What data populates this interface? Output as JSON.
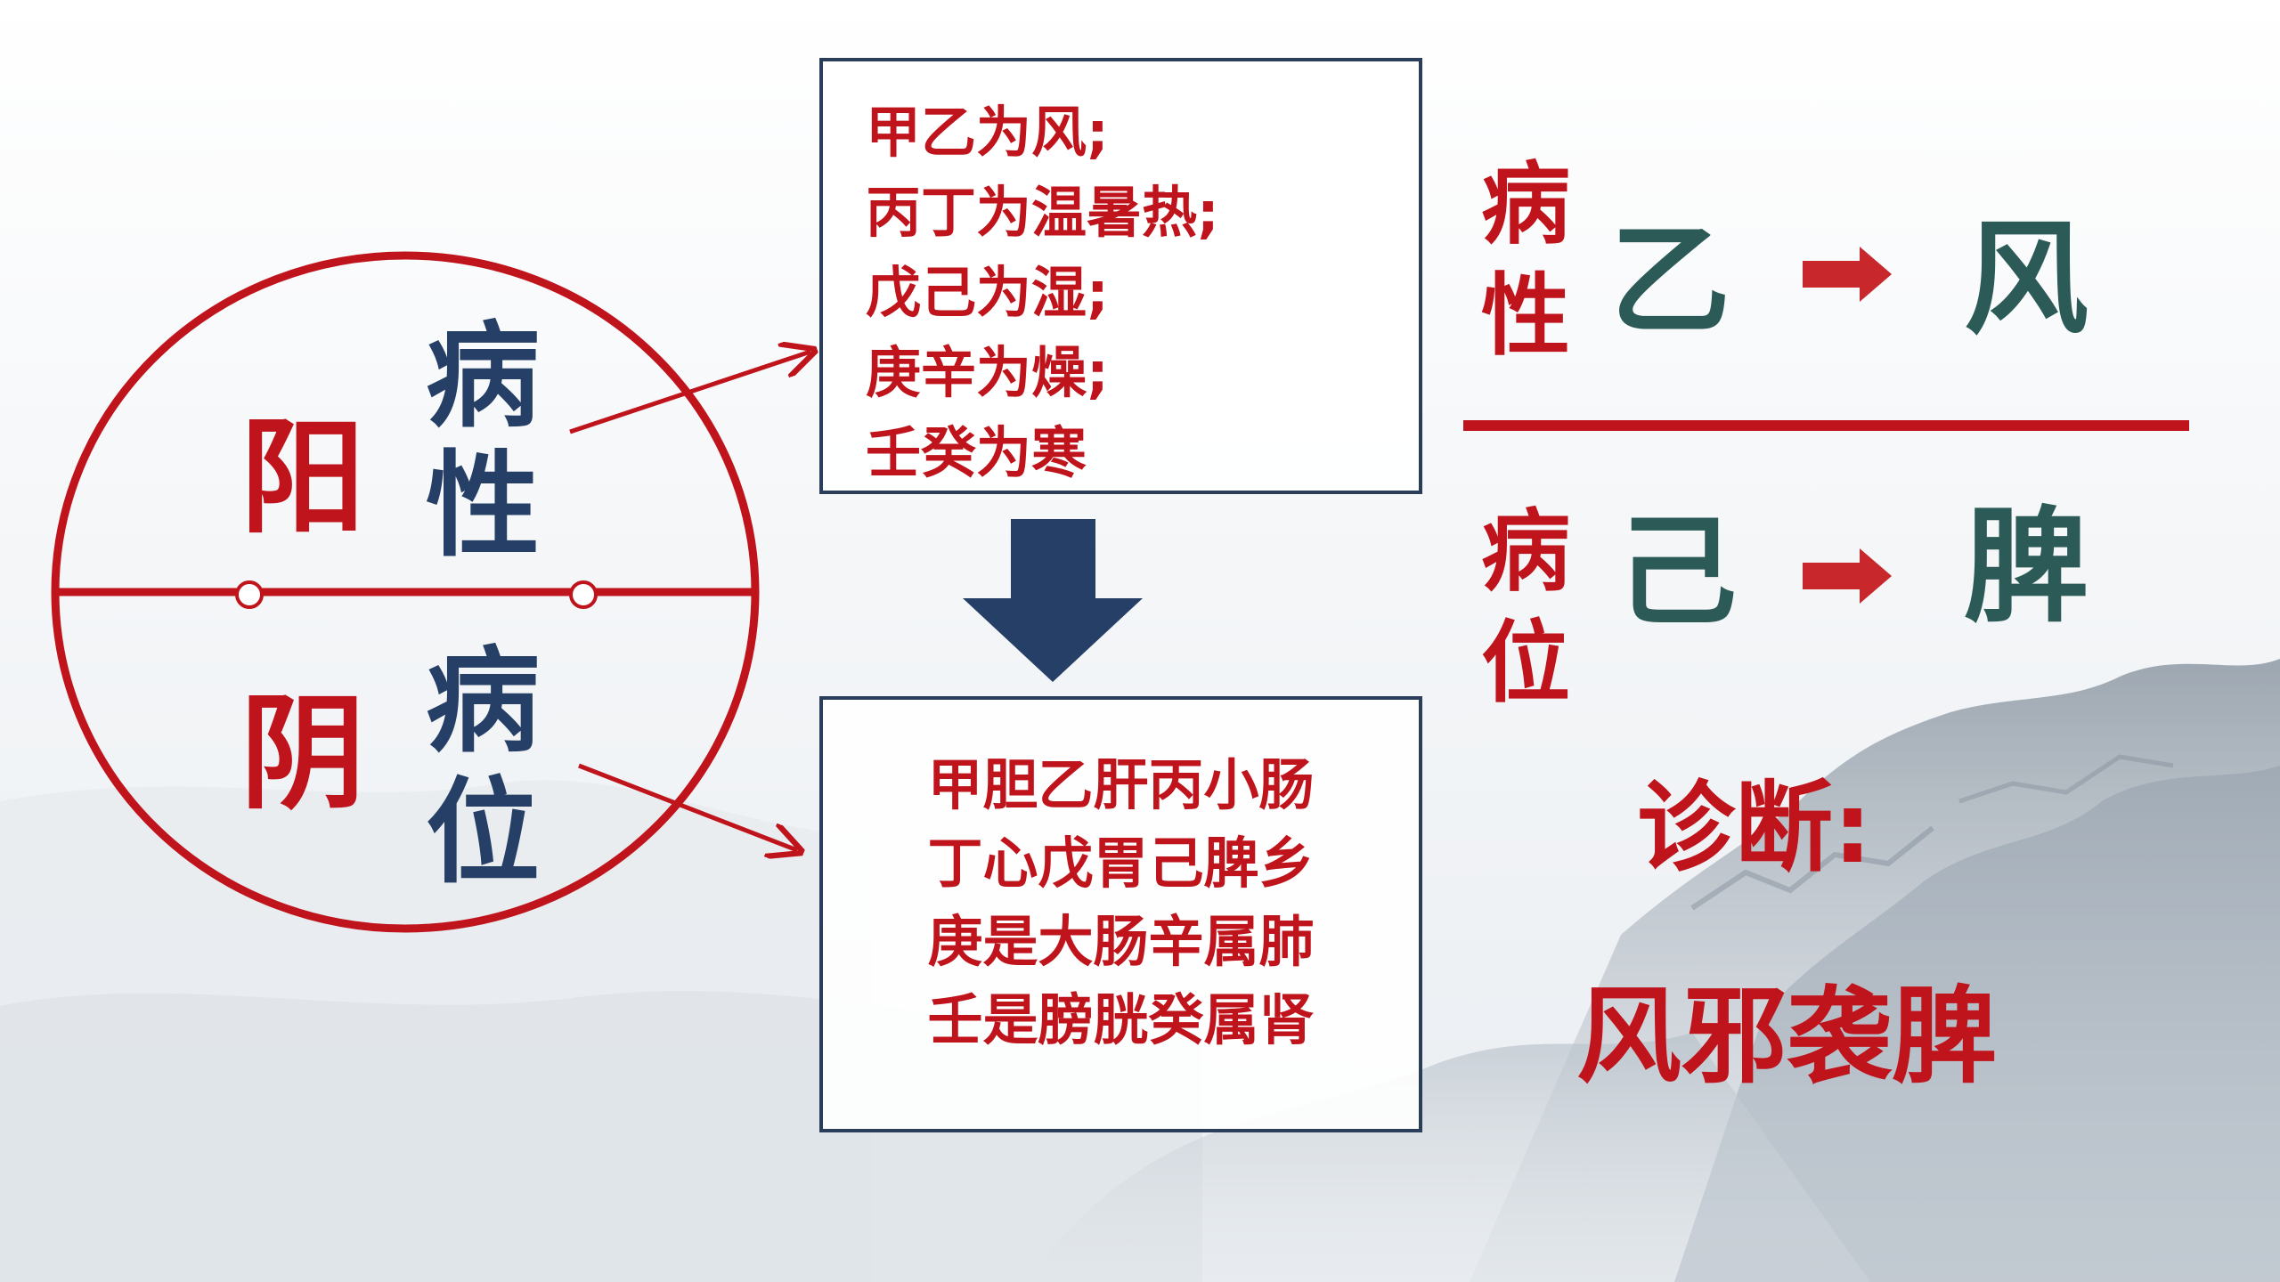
{
  "colors": {
    "red": "#c0141c",
    "navy": "#263f66",
    "teal": "#2c5b57",
    "box_border": "#2a3e5c"
  },
  "circle": {
    "yang": "阳",
    "yin": "阴",
    "upper": [
      "病",
      "性"
    ],
    "lower": [
      "病",
      "位"
    ]
  },
  "nature_box": {
    "lines": [
      "甲乙为风;",
      "丙丁为温暑热;",
      "戊己为湿;",
      "庚辛为燥;",
      "壬癸为寒"
    ]
  },
  "organ_box": {
    "lines": [
      "甲胆乙肝丙小肠",
      "丁心戊胃己脾乡",
      "庚是大肠辛属肺",
      "壬是膀胱癸属肾"
    ]
  },
  "right": {
    "nature_label": [
      "病",
      "性"
    ],
    "nature_stem": "乙",
    "nature_result": "风",
    "position_label": [
      "病",
      "位"
    ],
    "position_stem": "己",
    "position_result": "脾",
    "diagnosis_label": "诊断:",
    "diagnosis": "风邪袭脾"
  }
}
